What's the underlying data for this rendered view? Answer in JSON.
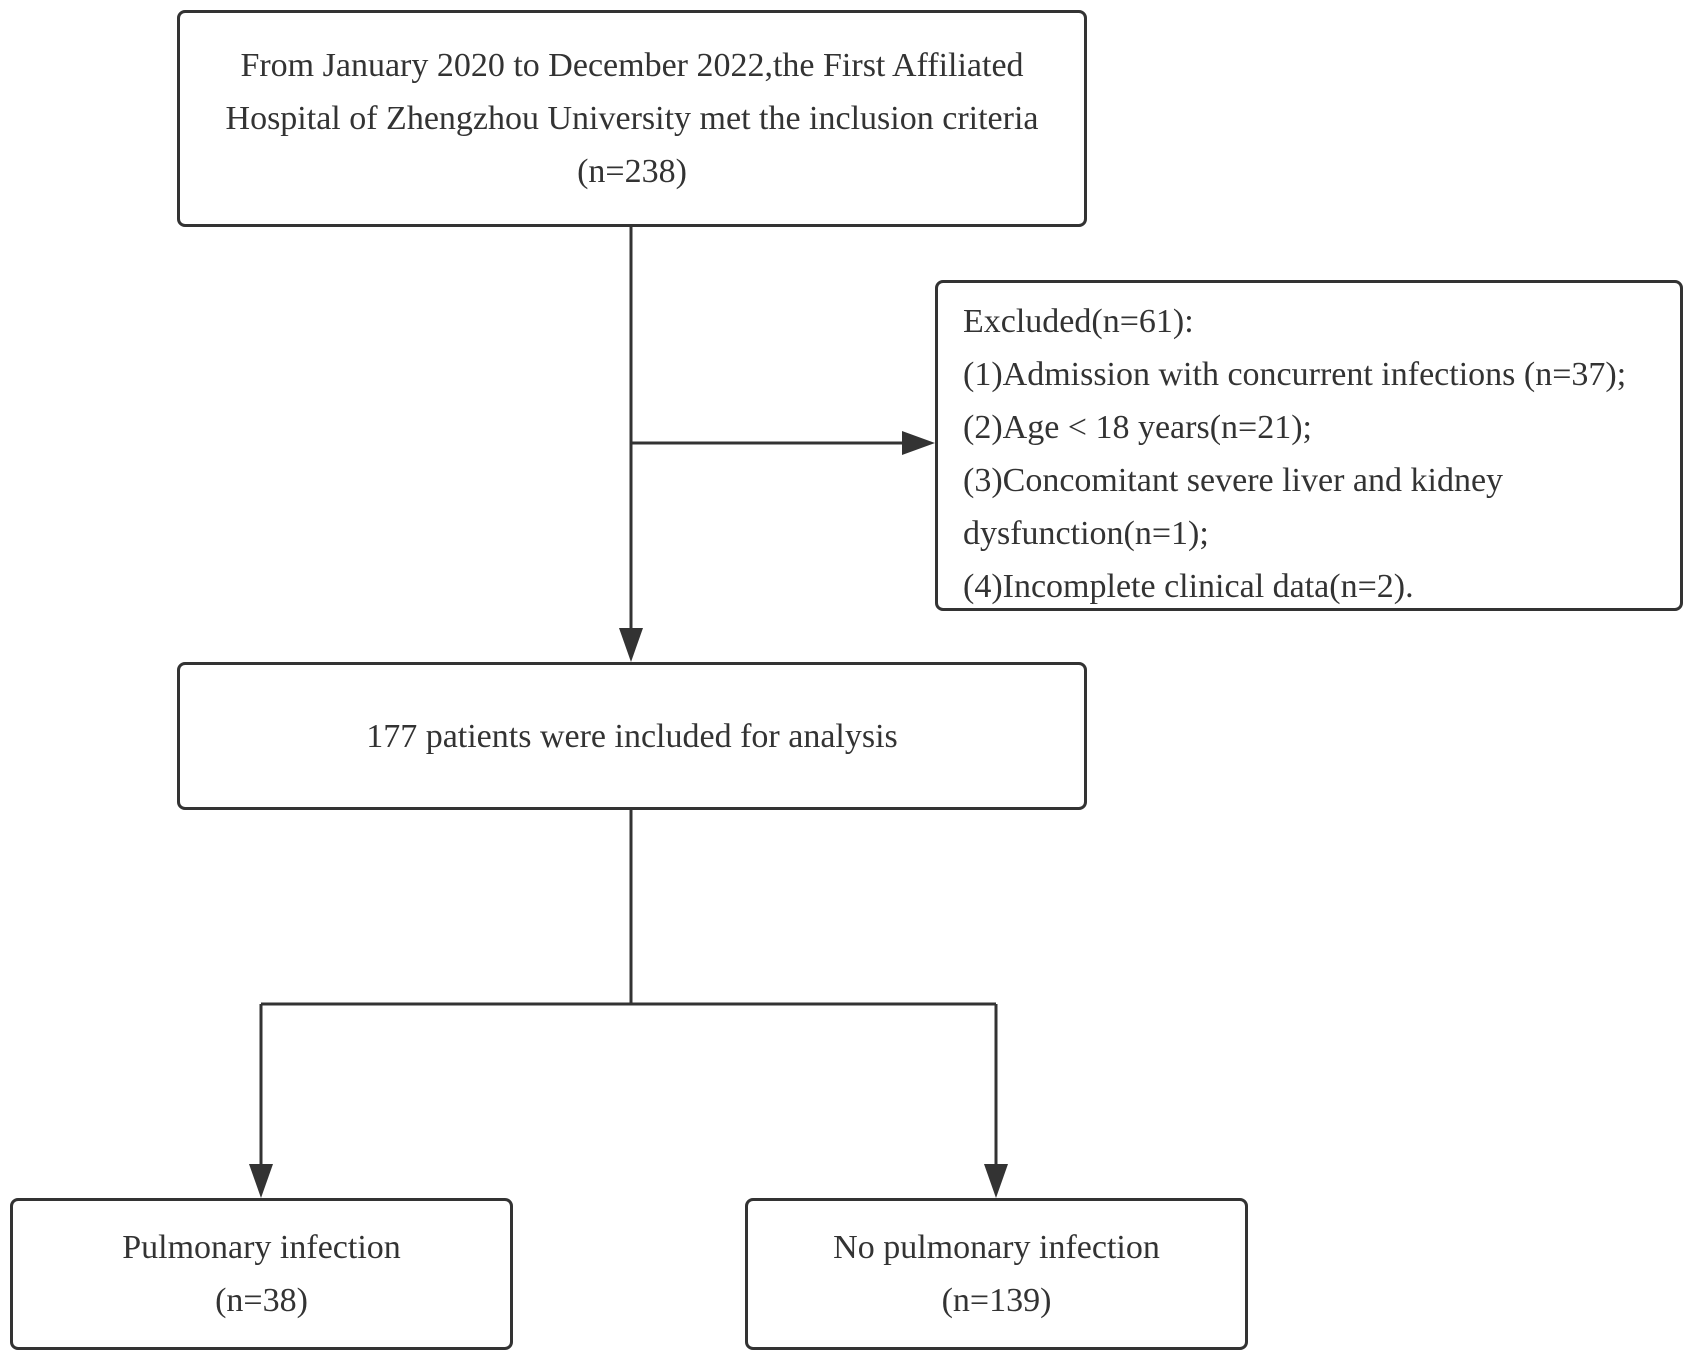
{
  "source_box": {
    "lines": [
      "From January 2020 to December 2022,the First Affiliated",
      "Hospital of Zhengzhou University met the inclusion criteria",
      "(n=238)"
    ]
  },
  "excluded_box": {
    "lines": [
      "Excluded(n=61):",
      "(1)Admission with concurrent infections (n=37);",
      "(2)Age < 18 years(n=21);",
      "(3)Concomitant severe liver and kidney",
      "dysfunction(n=1);",
      "(4)Incomplete clinical data(n=2)."
    ]
  },
  "included_box": {
    "text": "177 patients were included for analysis"
  },
  "outcome_pulmonary": {
    "label": "Pulmonary infection",
    "count": "(n=38)"
  },
  "outcome_no_pulmonary": {
    "label": "No pulmonary infection",
    "count": "(n=139)"
  },
  "colors": {
    "stroke": "#333333",
    "text": "#333333",
    "background": "#ffffff"
  }
}
